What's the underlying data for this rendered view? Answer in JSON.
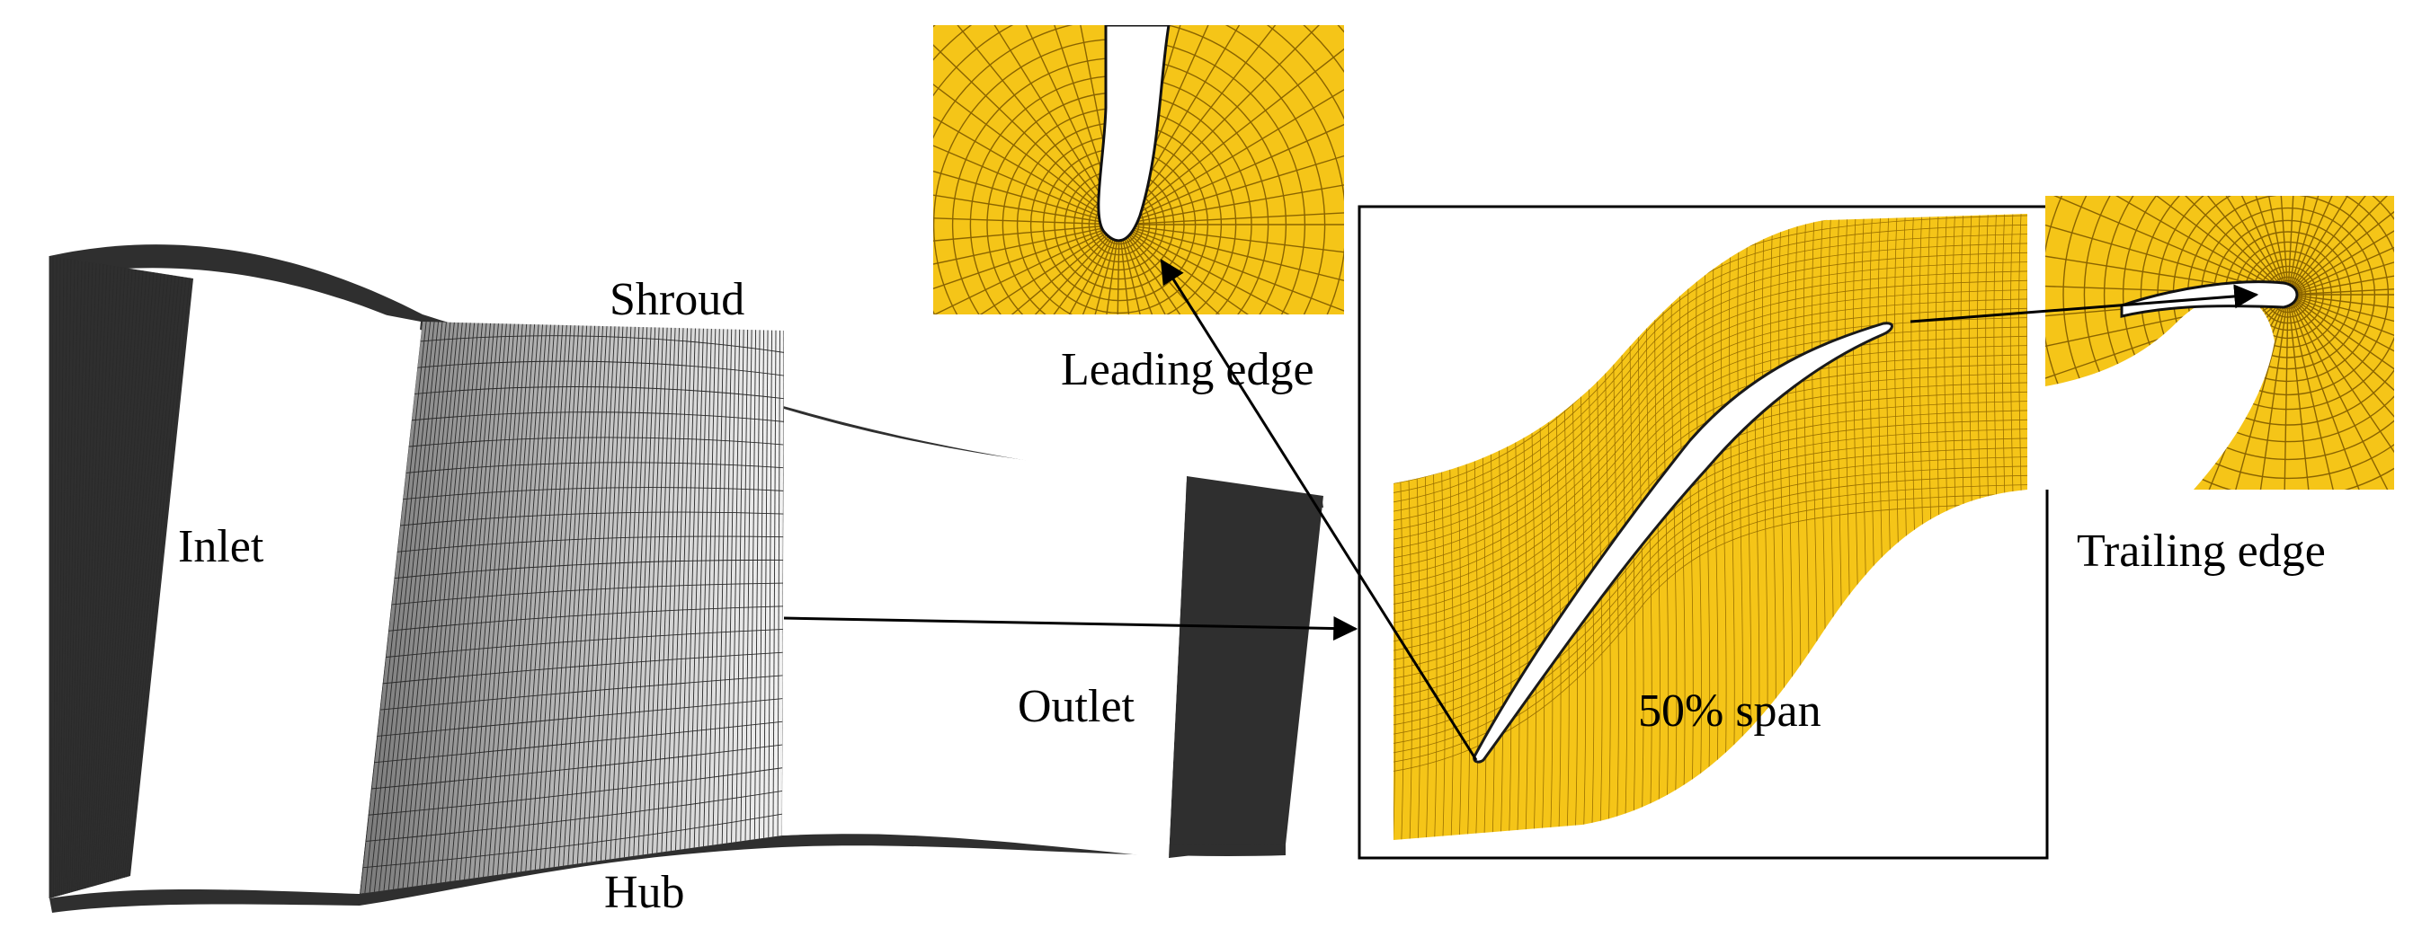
{
  "labels": {
    "shroud": "Shroud",
    "inlet": "Inlet",
    "hub": "Hub",
    "outlet": "Outlet",
    "leading_edge": "Leading edge",
    "trailing_edge": "Trailing edge",
    "span": "50% span"
  },
  "colors": {
    "mesh_yellow": "#F5C518",
    "mesh_line": "#8a6400",
    "dark_mesh": "#2f2f2f",
    "grey_blade_mesh": "#bdbdbd",
    "background": "#ffffff",
    "frame": "#000000"
  }
}
